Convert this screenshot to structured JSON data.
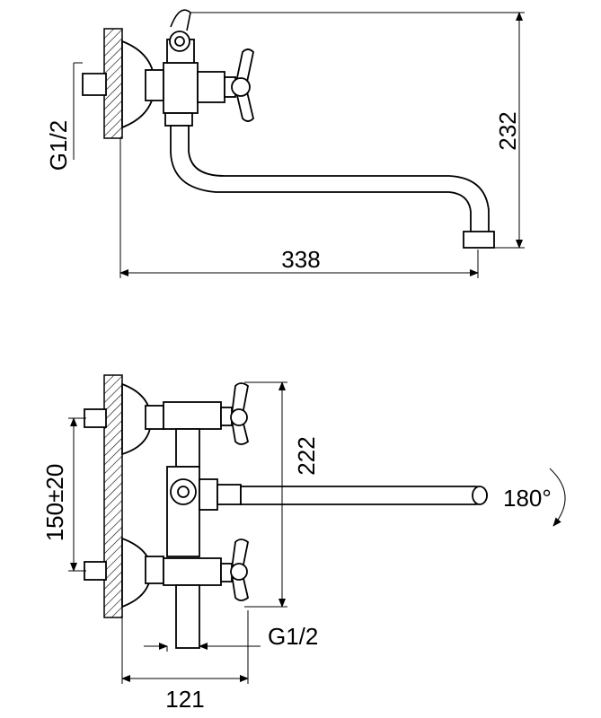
{
  "top_view": {
    "height_dim": "232",
    "length_dim": "338",
    "thread_label": "G1/2"
  },
  "bottom_view": {
    "height_dim": "222",
    "spacing_dim": "150±20",
    "rotation_label": "180°",
    "thread_label": "G1/2",
    "depth_dim": "121"
  }
}
